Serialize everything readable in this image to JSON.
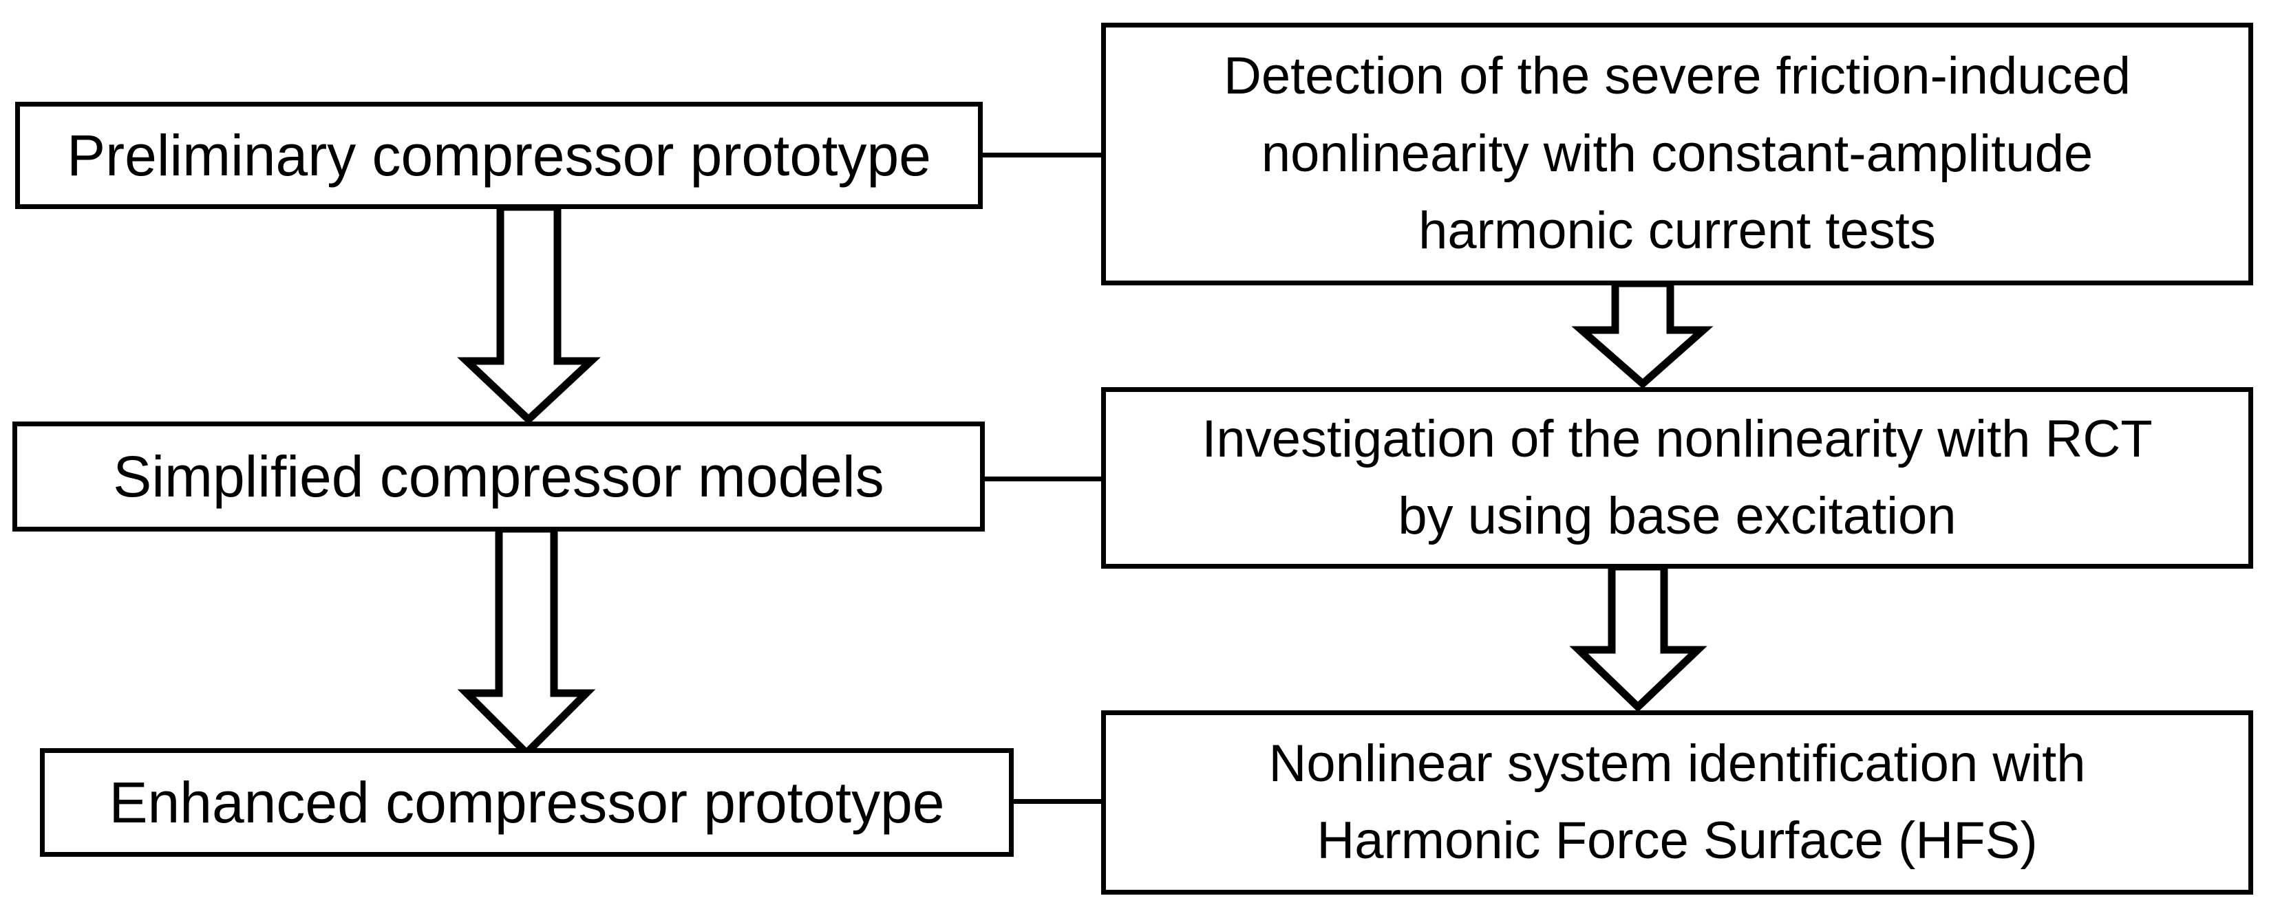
{
  "diagram": {
    "nodes": {
      "left": [
        {
          "id": "preliminary-compressor-prototype",
          "label": "Preliminary compressor prototype"
        },
        {
          "id": "simplified-compressor-models",
          "label": "Simplified compressor models"
        },
        {
          "id": "enhanced-compressor-prototype",
          "label": "Enhanced compressor prototype"
        }
      ],
      "right": [
        {
          "id": "friction-nonlinearity-detection",
          "lines": [
            "Detection of the severe friction-induced",
            "nonlinearity with constant-amplitude",
            "harmonic current tests"
          ]
        },
        {
          "id": "nonlinearity-investigation-rct",
          "lines": [
            "Investigation of the nonlinearity with RCT",
            "by using base excitation"
          ]
        },
        {
          "id": "nonlinear-system-identification-hfs",
          "lines": [
            "Nonlinear system identification with",
            "Harmonic Force Surface (HFS)"
          ]
        }
      ]
    },
    "edges": [
      {
        "from": "preliminary-compressor-prototype",
        "to": "simplified-compressor-models",
        "type": "block-arrow-down"
      },
      {
        "from": "simplified-compressor-models",
        "to": "enhanced-compressor-prototype",
        "type": "block-arrow-down"
      },
      {
        "from": "friction-nonlinearity-detection",
        "to": "nonlinearity-investigation-rct",
        "type": "block-arrow-down"
      },
      {
        "from": "nonlinearity-investigation-rct",
        "to": "nonlinear-system-identification-hfs",
        "type": "block-arrow-down"
      },
      {
        "from": "preliminary-compressor-prototype",
        "to": "friction-nonlinearity-detection",
        "type": "line"
      },
      {
        "from": "simplified-compressor-models",
        "to": "nonlinearity-investigation-rct",
        "type": "line"
      },
      {
        "from": "enhanced-compressor-prototype",
        "to": "nonlinear-system-identification-hfs",
        "type": "line"
      }
    ],
    "colors": {
      "line": "#000000",
      "fill": "#ffffff",
      "text": "#000000",
      "background": "#ffffff"
    }
  }
}
